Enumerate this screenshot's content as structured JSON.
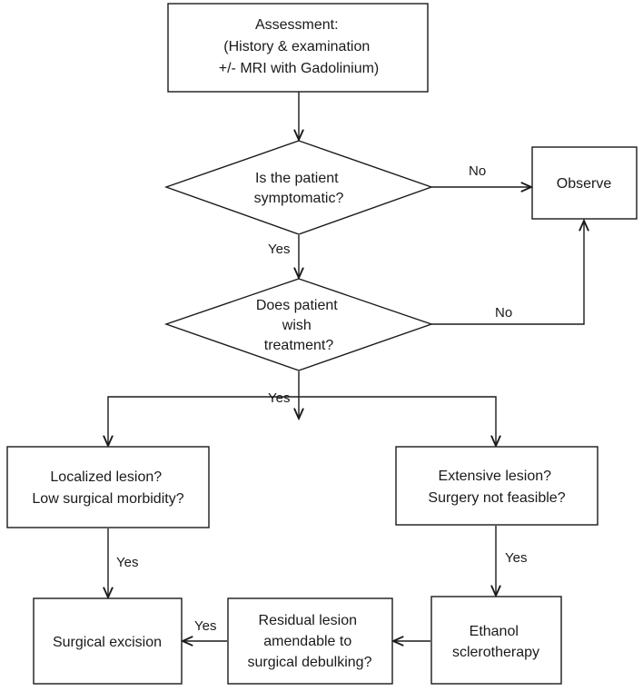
{
  "nodes": {
    "assessment": {
      "lines": [
        "Assessment:",
        "(History & examination",
        "+/- MRI with Gadolinium)"
      ]
    },
    "symptomatic": {
      "lines": [
        "Is the patient",
        "symptomatic?"
      ]
    },
    "observe": {
      "lines": [
        "Observe"
      ]
    },
    "wish_treatment": {
      "lines": [
        "Does patient",
        "wish",
        "treatment?"
      ]
    },
    "localized": {
      "lines": [
        "Localized lesion?",
        "Low surgical morbidity?"
      ]
    },
    "extensive": {
      "lines": [
        "Extensive  lesion?",
        "Surgery not feasible?"
      ]
    },
    "surgical_excision": {
      "lines": [
        "Surgical excision"
      ]
    },
    "residual": {
      "lines": [
        "Residual lesion",
        "amendable to",
        "surgical debulking?"
      ]
    },
    "ethanol": {
      "lines": [
        "Ethanol",
        "sclerotherapy"
      ]
    }
  },
  "edge_labels": {
    "symptomatic_no": "No",
    "symptomatic_yes": "Yes",
    "wish_no": "No",
    "wish_yes": "Yes",
    "localized_yes": "Yes",
    "extensive_yes": "Yes",
    "residual_yes": "Yes"
  }
}
